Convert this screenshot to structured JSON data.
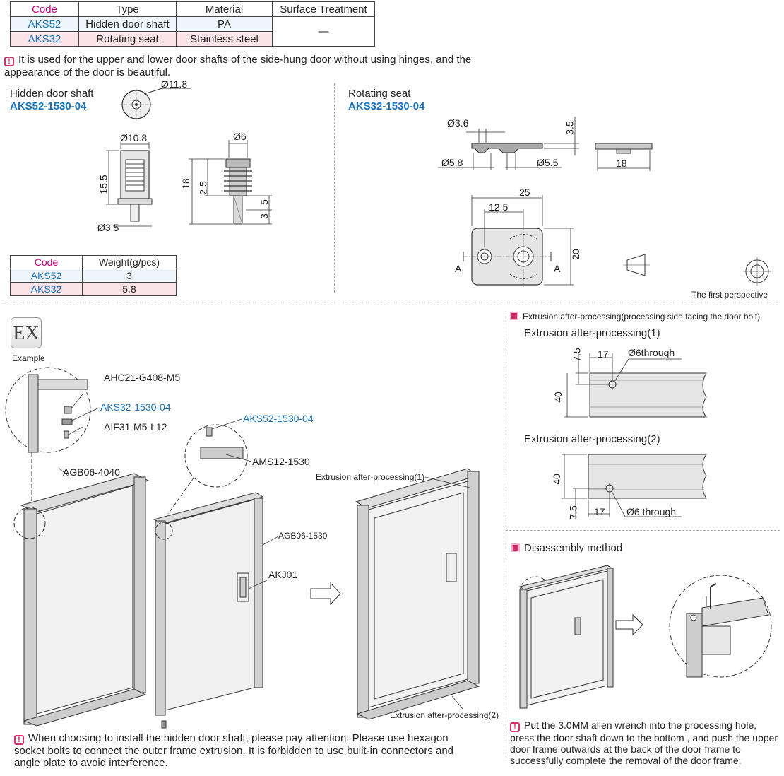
{
  "spec_table": {
    "headers": [
      "Code",
      "Type",
      "Material",
      "Surface Treatment"
    ],
    "rows": [
      {
        "code": "AKS52",
        "type": "Hidden door shaft",
        "material": "PA",
        "surface": "—"
      },
      {
        "code": "AKS32",
        "type": "Rotating seat",
        "material": "Stainless steel",
        "surface": ""
      }
    ]
  },
  "usage_note": "It is used for the upper and lower door shafts of the side-hung door without using hinges, and the appearance of the door is beautiful.",
  "shaft": {
    "title": "Hidden door shaft",
    "part_no": "AKS52-1530-04",
    "dims": {
      "top_dia": "Ø11.8",
      "body_dia": "Ø10.8",
      "height": "15.5",
      "pin_dia": "Ø3.5",
      "sec_dia": "Ø6",
      "total": "18",
      "h1": "2.5",
      "h2": "5",
      "h3": "3"
    }
  },
  "seat": {
    "title": "Rotating seat",
    "part_no": "AKS32-1530-04",
    "dims": {
      "d1": "Ø3.6",
      "t": "3.5",
      "d2": "Ø5.8",
      "d3": "Ø5.5",
      "w": "18",
      "len": "25",
      "half": "12.5",
      "h": "20",
      "sec_a1": "A",
      "sec_a2": "A"
    }
  },
  "weight_table": {
    "headers": [
      "Code",
      "Weight(g/pcs)"
    ],
    "rows": [
      {
        "code": "AKS52",
        "weight": "3"
      },
      {
        "code": "AKS32",
        "weight": "5.8"
      }
    ]
  },
  "perspective_label": "The first perspective",
  "example": {
    "badge": "EX",
    "caption": "Example",
    "callouts": {
      "c1": "AHC21-G408-M5",
      "c2": "AKS32-1530-04",
      "c3": "AIF31-M5-L12",
      "c4": "AKS52-1530-04",
      "c5": "AMS12-1530",
      "c6": "AGB06-4040",
      "c7": "AGB06-1530",
      "c8": "AKJ01",
      "c9": "Extrusion after-processing(1)",
      "c10": "Extrusion after-processing(2)"
    },
    "note": "When choosing to install the hidden door shaft, please pay attention: Please use hexagon socket bolts to connect the outer frame extrusion. It is forbidden to use built-in connectors and angle plate to avoid interference."
  },
  "processing": {
    "header": "Extrusion after-processing(processing side facing the door bolt)",
    "p1_title": "Extrusion after-processing(1)",
    "p1": {
      "a": "7.5",
      "b": "17",
      "hole": "Ø6through",
      "c": "40"
    },
    "p2_title": "Extrusion after-processing(2)",
    "p2": {
      "c": "40",
      "a": "7.5",
      "b": "17",
      "hole": "Ø6 through"
    }
  },
  "disassembly": {
    "header": "Disassembly method",
    "note": "Put the 3.0MM allen wrench into the processing hole, press the door shaft down to the bottom , and push the upper door frame outwards at the back of the door frame to successfully complete the removal of the door frame."
  }
}
